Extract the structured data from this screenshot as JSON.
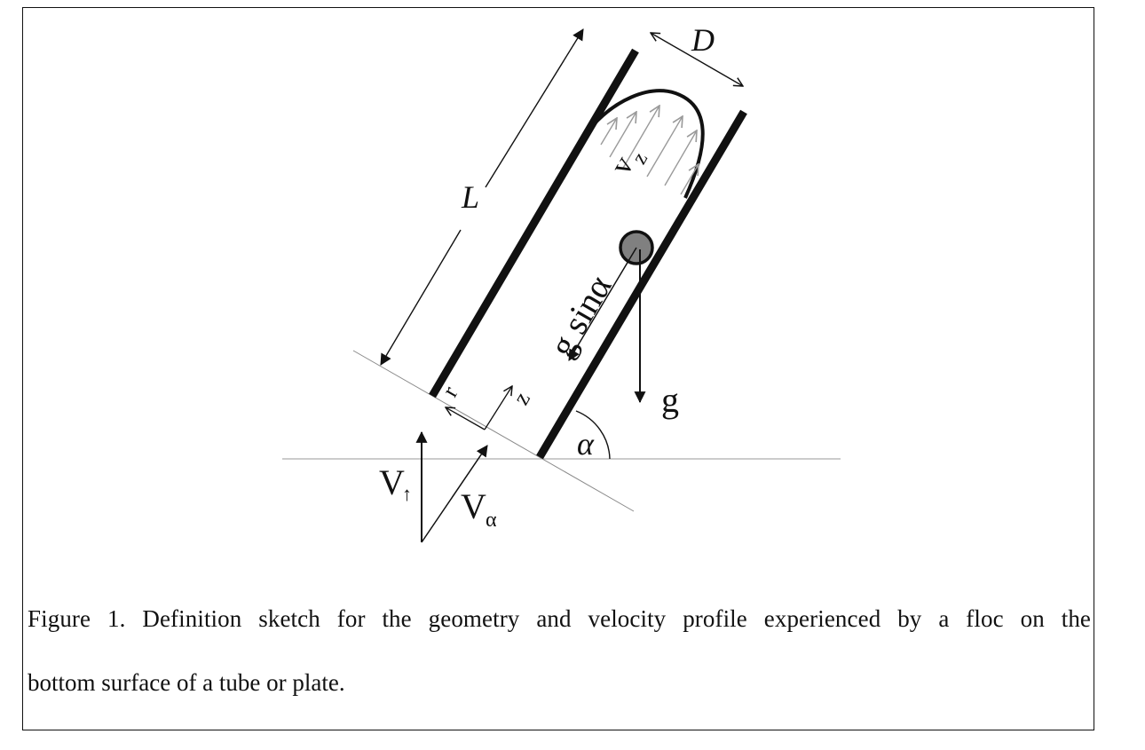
{
  "figure": {
    "labels": {
      "length": "L",
      "diameter": "D",
      "velocity_profile": "v",
      "velocity_profile_sub": "z",
      "gravity_component": "g sinα",
      "gravity": "g",
      "angle": "α",
      "radial": "r",
      "axial": "z",
      "v_up": "V",
      "v_up_sub": "↑",
      "v_alpha": "V",
      "v_alpha_sub": "α"
    },
    "caption": {
      "line1": "Figure 1.  Definition sketch for the geometry and velocity profile experienced by a floc on the",
      "line2": "bottom surface of a tube or plate."
    },
    "colors": {
      "ink": "#111111",
      "wall": "#111111",
      "floc_fill": "#808080",
      "profile_arrows": "#9a9a9a",
      "guide_line": "#9a9a9a"
    }
  }
}
